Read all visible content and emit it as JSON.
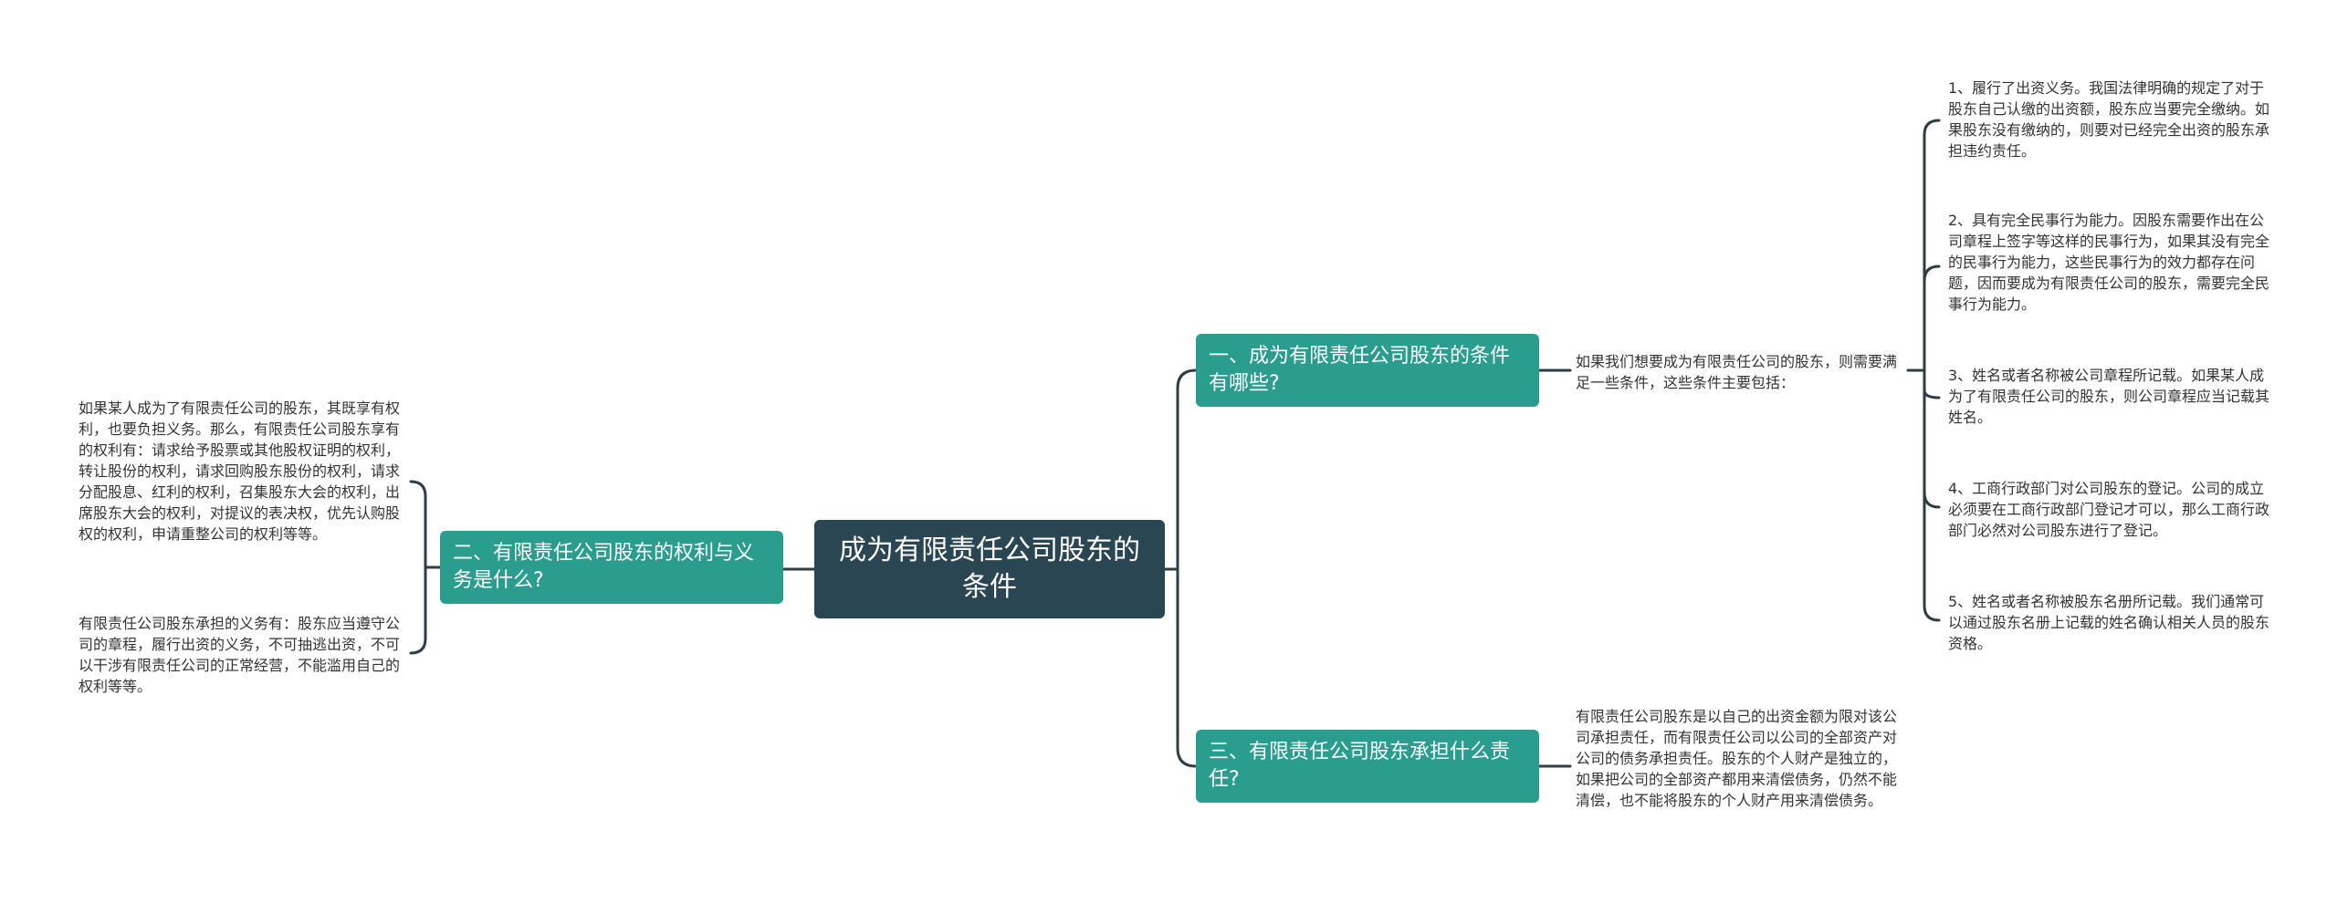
{
  "mindmap": {
    "root": {
      "label": "成为有限责任公司股东的条件"
    },
    "branches": [
      {
        "label": "一、成为有限责任公司股东的条件有哪些?",
        "intro": "如果我们想要成为有限责任公司的股东，则需要满足一些条件，这些条件主要包括：",
        "items": [
          "1、履行了出资义务。我国法律明确的规定了对于股东自己认缴的出资额，股东应当要完全缴纳。如果股东没有缴纳的，则要对已经完全出资的股东承担违约责任。",
          "2、具有完全民事行为能力。因股东需要作出在公司章程上签字等这样的民事行为，如果其没有完全的民事行为能力，这些民事行为的效力都存在问题，因而要成为有限责任公司的股东，需要完全民事行为能力。",
          "3、姓名或者名称被公司章程所记载。如果某人成为了有限责任公司的股东，则公司章程应当记载其姓名。",
          "4、工商行政部门对公司股东的登记。公司的成立必须要在工商行政部门登记才可以，那么工商行政部门必然对公司股东进行了登记。",
          "5、姓名或者名称被股东名册所记载。我们通常可以通过股东名册上记载的姓名确认相关人员的股东资格。"
        ]
      },
      {
        "label": "二、有限责任公司股东的权利与义务是什么?",
        "items": [
          "如果某人成为了有限责任公司的股东，其既享有权利，也要负担义务。那么，有限责任公司股东享有的权利有：请求给予股票或其他股权证明的权利，转让股份的权利，请求回购股东股份的权利，请求分配股息、红利的权利，召集股东大会的权利，出席股东大会的权利，对提议的表决权，优先认购股权的权利，申请重整公司的权利等等。",
          "有限责任公司股东承担的义务有：股东应当遵守公司的章程，履行出资的义务，不可抽逃出资，不可以干涉有限责任公司的正常经营，不能滥用自己的权利等等。"
        ]
      },
      {
        "label": "三、有限责任公司股东承担什么责任?",
        "items": [
          "有限责任公司股东是以自己的出资金额为限对该公司承担责任，而有限责任公司以公司的全部资产对公司的债务承担责任。股东的个人财产是独立的，如果把公司的全部资产都用来清偿债务，仍然不能清偿，也不能将股东的个人财产用来清偿债务。"
        ]
      }
    ]
  }
}
